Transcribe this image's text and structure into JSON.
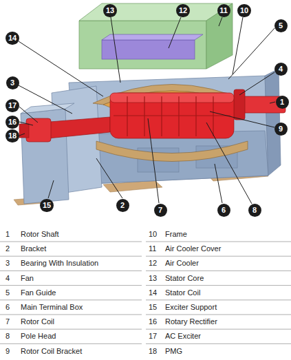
{
  "diagram": {
    "nodes": [
      {
        "text": [
          "13"
        ]
      },
      {
        "text": [
          "12"
        ]
      },
      {
        "text": [
          "11"
        ]
      },
      {
        "text": [
          "10"
        ]
      },
      {
        "text": [
          "5"
        ]
      },
      {
        "text": [
          "14"
        ]
      },
      {
        "text": [
          "4"
        ]
      },
      {
        "text": [
          "3"
        ]
      },
      {
        "text": [
          "1"
        ]
      },
      {
        "text": [
          "17"
        ]
      },
      {
        "text": [
          "16"
        ]
      },
      {
        "text": [
          "9"
        ]
      },
      {
        "text": [
          "18"
        ]
      },
      {
        "text": [
          "15"
        ]
      },
      {
        "text": [
          "2"
        ]
      },
      {
        "text": [
          "7"
        ]
      },
      {
        "text": [
          "6"
        ]
      },
      {
        "text": [
          "8"
        ]
      }
    ],
    "labels": [
      "1",
      "Rotor Shaft",
      "10",
      "Frame",
      "2",
      "Bracket",
      "11",
      "Air Cooler Cover",
      "3",
      "Bearing With Insulation",
      "12",
      "Air Cooler",
      "4",
      "Fan",
      "13",
      "Stator Core",
      "5",
      "Fan Guide",
      "14",
      "Stator Coil",
      "6",
      "Main Terminal Box",
      "15",
      "Exciter Support",
      "7",
      "Rotor Coil",
      "16",
      "Rotary Rectifier",
      "8",
      "Pole Head",
      "17",
      "AC Exciter",
      "9",
      "Rotor Coil Bracket",
      "18",
      "PMG"
    ]
  }
}
